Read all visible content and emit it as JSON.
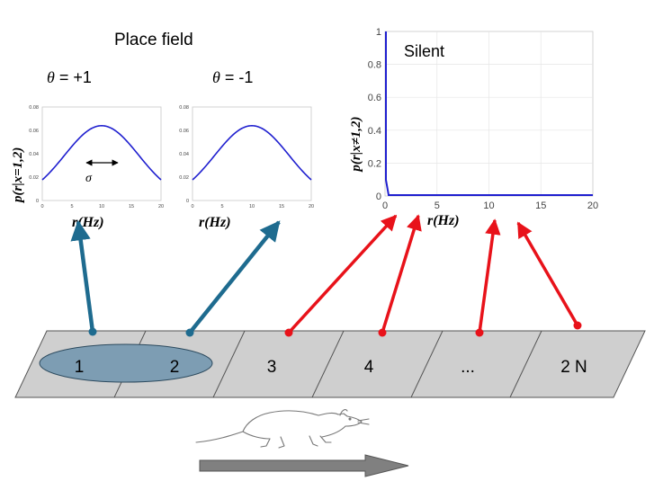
{
  "header": {
    "place_field_title": "Place field",
    "theta_plus_symbol": "θ",
    "theta_plus_value": " = +1",
    "theta_minus_symbol": "θ",
    "theta_minus_value": " = -1",
    "silent_title": "Silent"
  },
  "plot1": {
    "ylabel": "p(r|x=1,2)",
    "xlabel": "r(Hz)",
    "sigma": "σ",
    "yticks": [
      "0.08",
      "0.06",
      "0.04",
      "0.02",
      "0"
    ],
    "xticks": [
      "0",
      "5",
      "10",
      "15",
      "20"
    ],
    "mean": 10,
    "peak": 0.064
  },
  "plot2": {
    "xlabel": "r(Hz)",
    "yticks": [
      "0.08",
      "0.06",
      "0.04",
      "0.02",
      "0"
    ],
    "xticks": [
      "0",
      "5",
      "10",
      "15",
      "20"
    ],
    "mean": 10,
    "peak": 0.064
  },
  "plot3": {
    "ylabel": "p(r|x≠1,2)",
    "xlabel": "r(Hz)",
    "yticks": [
      "1",
      "0.8",
      "0.6",
      "0.4",
      "0.2",
      "0"
    ],
    "xticks": [
      "0",
      "5",
      "10",
      "15",
      "20"
    ]
  },
  "track": {
    "cells": [
      "1",
      "2",
      "3",
      "4",
      "...",
      "2 N"
    ]
  },
  "colors": {
    "curve": "#1f1fcf",
    "place_arrow": "#1e6b8f",
    "silent_arrow": "#e8121a",
    "track_fill": "#cfcfcf",
    "ellipse_fill": "#7d9db3",
    "direction_arrow": "#808080"
  },
  "icons": {
    "rat": "rat-icon",
    "direction": "direction-arrow-icon"
  }
}
